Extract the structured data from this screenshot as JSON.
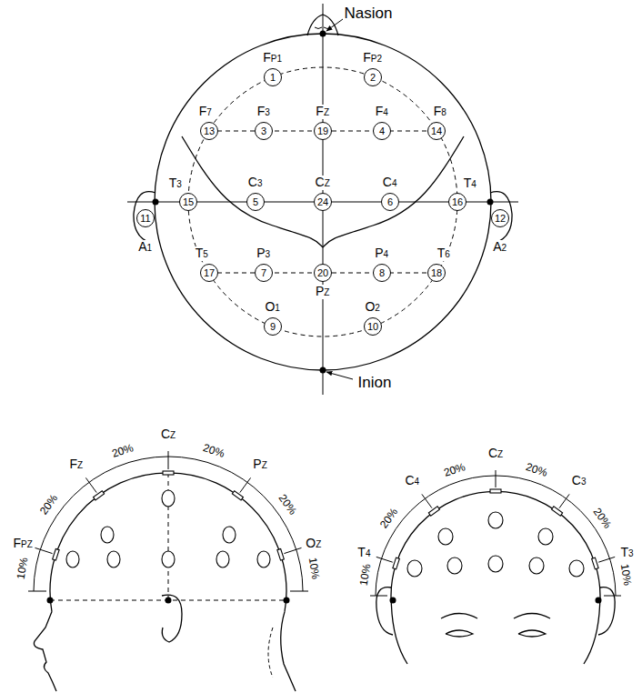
{
  "diagram": {
    "nodes": [
      {
        "text": [
          "FP1",
          "1"
        ]
      },
      {
        "text": [
          "FP2",
          "2"
        ]
      },
      {
        "text": [
          "F7",
          "13"
        ]
      },
      {
        "text": [
          "F3",
          "3"
        ]
      },
      {
        "text": [
          "FZ",
          "19"
        ]
      },
      {
        "text": [
          "F4",
          "4"
        ]
      },
      {
        "text": [
          "F8",
          "14"
        ]
      },
      {
        "text": [
          "T3",
          "15"
        ]
      },
      {
        "text": [
          "C3",
          "5"
        ]
      },
      {
        "text": [
          "CZ",
          "24"
        ]
      },
      {
        "text": [
          "C4",
          "6"
        ]
      },
      {
        "text": [
          "T4",
          "16"
        ]
      },
      {
        "text": [
          "A1",
          "11"
        ]
      },
      {
        "text": [
          "A2",
          "12"
        ]
      },
      {
        "text": [
          "T5",
          "17"
        ]
      },
      {
        "text": [
          "P3",
          "7"
        ]
      },
      {
        "text": [
          "PZ",
          "20"
        ]
      },
      {
        "text": [
          "P4",
          "8"
        ]
      },
      {
        "text": [
          "T6",
          "18"
        ]
      },
      {
        "text": [
          "O1",
          "9"
        ]
      },
      {
        "text": [
          "O2",
          "10"
        ]
      }
    ],
    "labels": [
      "Nasion",
      "Inion",
      "CZ",
      "FZ",
      "PZ",
      "FPZ",
      "OZ",
      "20%",
      "20%",
      "20%",
      "20%",
      "10%",
      "10%",
      "CZ",
      "C4",
      "C3",
      "T4",
      "T3",
      "20%",
      "20%",
      "20%",
      "20%",
      "10%",
      "10%"
    ]
  }
}
